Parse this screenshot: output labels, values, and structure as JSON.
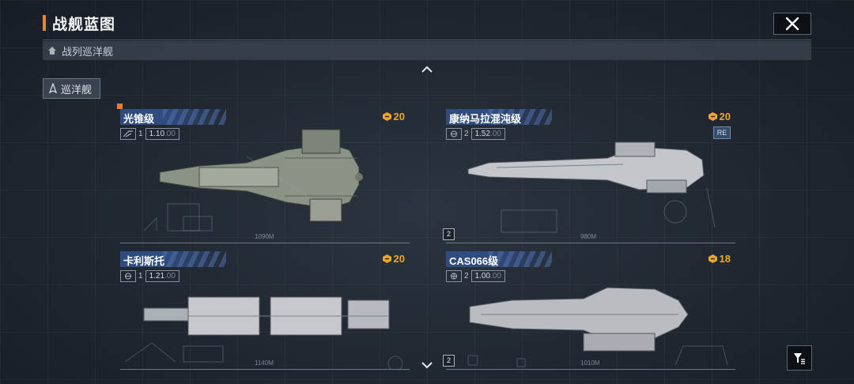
{
  "header": {
    "title": "战舰蓝图"
  },
  "category": {
    "label": "战列巡洋舰"
  },
  "subtab": {
    "label": "巡洋舰"
  },
  "ships": [
    {
      "name": "光锥级",
      "tier": "1",
      "stat": "1.10",
      "stat_dim": ".00",
      "cost": "20",
      "length": "1090M",
      "level": ""
    },
    {
      "name": "康纳马拉混沌级",
      "tier": "2",
      "stat": "1.52",
      "stat_dim": ".00",
      "cost": "20",
      "badge": "RE",
      "length": "980M",
      "level": "2"
    },
    {
      "name": "卡利斯托",
      "tier": "1",
      "stat": "1.21",
      "stat_dim": ".00",
      "cost": "20",
      "length": "1140M",
      "level": ""
    },
    {
      "name": "CAS066级",
      "tier": "2",
      "stat": "1.00",
      "stat_dim": ".00",
      "cost": "18",
      "length": "1010M",
      "level": "2"
    }
  ],
  "colors": {
    "accent": "#e88a1f",
    "cost": "#f0a526",
    "banner": "#304e82"
  }
}
